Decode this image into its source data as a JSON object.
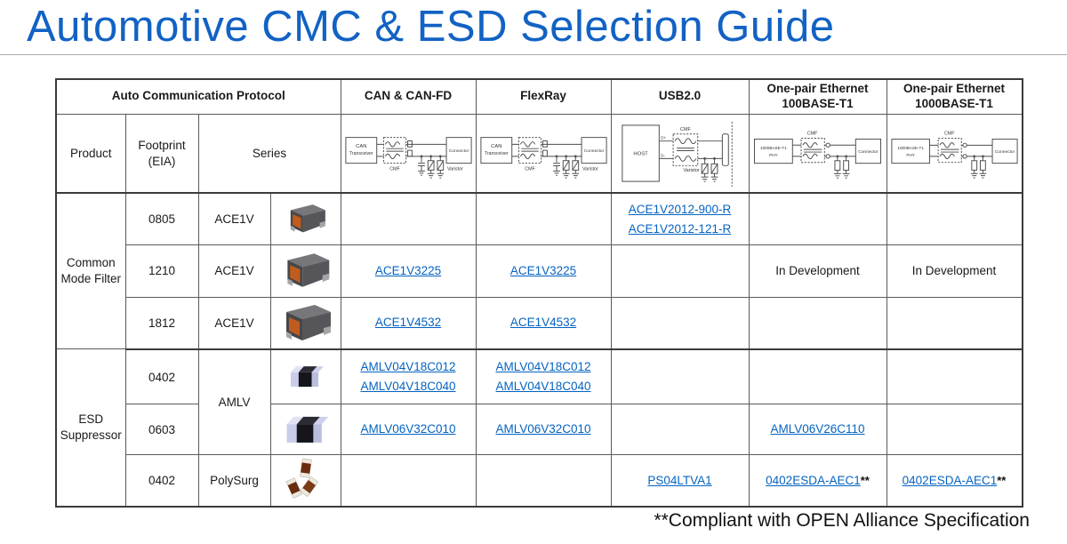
{
  "page": {
    "title": "Automotive CMC & ESD Selection Guide",
    "footnote": "**Compliant with OPEN Alliance Specification"
  },
  "colors": {
    "title_blue": "#1262C4",
    "link_blue": "#0563C1",
    "border_gray": "#5A5A5A",
    "border_strong": "#3A3A3A",
    "choke_orange": "#C05C1D",
    "chip_black": "#16161C",
    "chip_cap_lavender": "#C9CDEA",
    "polysurg_brown": "#6B2C0F"
  },
  "images": {
    "choke": "cmc-choke-photo",
    "chip": "esd-chip-photo",
    "polysurg": "polysurg-chips-photo"
  },
  "table": {
    "header": {
      "group_label": "Auto Communication Protocol",
      "product_label": "Product",
      "footprint_label": "Footprint (EIA)",
      "series_label": "Series",
      "protocols": [
        "CAN & CAN-FD",
        "FlexRay",
        "USB2.0",
        "One-pair Ethernet 100BASE-T1",
        "One-pair Ethernet 1000BASE-T1"
      ]
    },
    "diagrams": {
      "can": {
        "box1_line1": "CAN",
        "box1_line2": "Transceiver",
        "cmf": "CMF",
        "connector": "Connector",
        "varistor": "Varistor"
      },
      "flexray": {
        "box1_line1": "CAN",
        "box1_line2": "Transceiver",
        "cmf": "CMF",
        "connector": "Connector",
        "varistor": "Varistor"
      },
      "usb": {
        "host": "HOST",
        "dp": "D+",
        "dm": "D-",
        "cmf": "CMF",
        "varistor": "Varistor"
      },
      "eth100": {
        "phy_line1": "1000BASE-T1",
        "phy_line2": "PHY",
        "cmf": "CMF",
        "connector": "Connector"
      },
      "eth1000": {
        "phy_line1": "1000BASE-T1",
        "phy_line2": "PHY",
        "cmf": "CMF",
        "connector": "Connector"
      }
    },
    "groups": {
      "cmf": "Common Mode Filter",
      "esd": "ESD Suppressor"
    },
    "rows": [
      {
        "footprint": "0805",
        "series": "ACE1V",
        "usb": [
          {
            "text": "ACE1V2012-900-R"
          },
          {
            "text": "ACE1V2012-121-R"
          }
        ]
      },
      {
        "footprint": "1210",
        "series": "ACE1V",
        "can": [
          {
            "text": "ACE1V3225"
          }
        ],
        "flexray": [
          {
            "text": "ACE1V3225"
          }
        ],
        "eth100": [
          {
            "text": "In Development",
            "plain": true
          }
        ],
        "eth1000": [
          {
            "text": "In Development",
            "plain": true
          }
        ]
      },
      {
        "footprint": "1812",
        "series": "ACE1V",
        "can": [
          {
            "text": "ACE1V4532"
          }
        ],
        "flexray": [
          {
            "text": "ACE1V4532"
          }
        ]
      },
      {
        "footprint": "0402",
        "series": "AMLV",
        "can": [
          {
            "text": "AMLV04V18C012"
          },
          {
            "text": "AMLV04V18C040"
          }
        ],
        "flexray": [
          {
            "text": "AMLV04V18C012"
          },
          {
            "text": "AMLV04V18C040"
          }
        ]
      },
      {
        "footprint": "0603",
        "can": [
          {
            "text": "AMLV06V32C010"
          }
        ],
        "flexray": [
          {
            "text": "AMLV06V32C010"
          }
        ],
        "eth100": [
          {
            "text": "AMLV06V26C110"
          }
        ]
      },
      {
        "footprint": "0402",
        "series": "PolySurg",
        "usb": [
          {
            "text": "PS04LTVA1"
          }
        ],
        "eth100": [
          {
            "text": "0402ESDA-AEC1",
            "suffix": "**"
          }
        ],
        "eth1000": [
          {
            "text": "0402ESDA-AEC1",
            "suffix": "**"
          }
        ]
      }
    ]
  }
}
